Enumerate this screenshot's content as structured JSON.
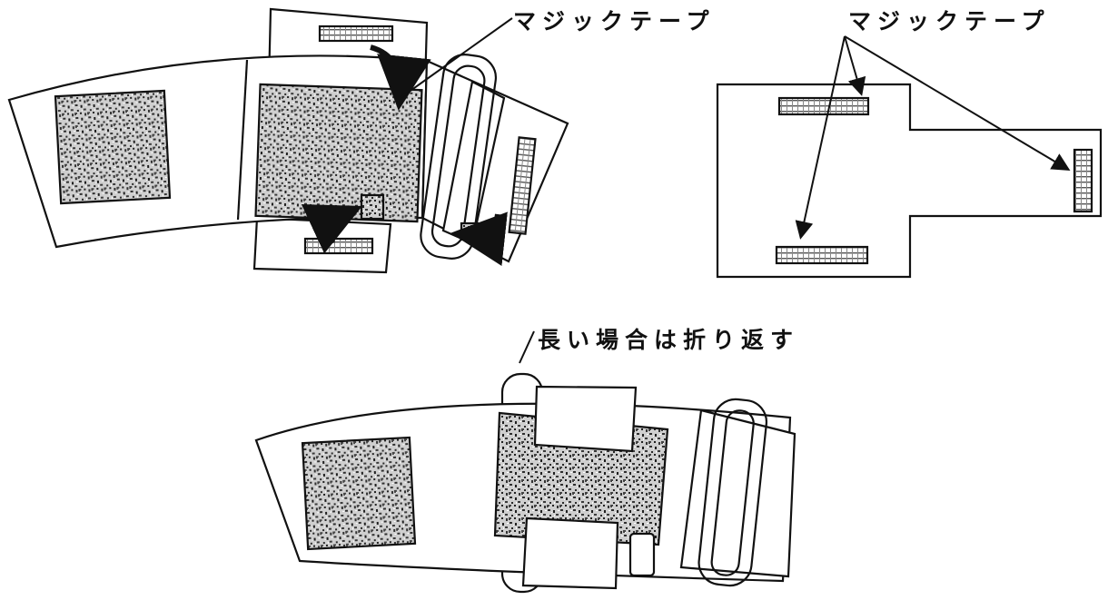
{
  "labels": {
    "velcro_left": "マジックテープ",
    "velcro_right": "マジックテープ",
    "fold_note": "長い場合は折り返す"
  },
  "colors": {
    "ink": "#111111",
    "paper": "#ffffff",
    "texture_dark": "#3a3a3a",
    "texture_light": "#d9d9d9"
  }
}
